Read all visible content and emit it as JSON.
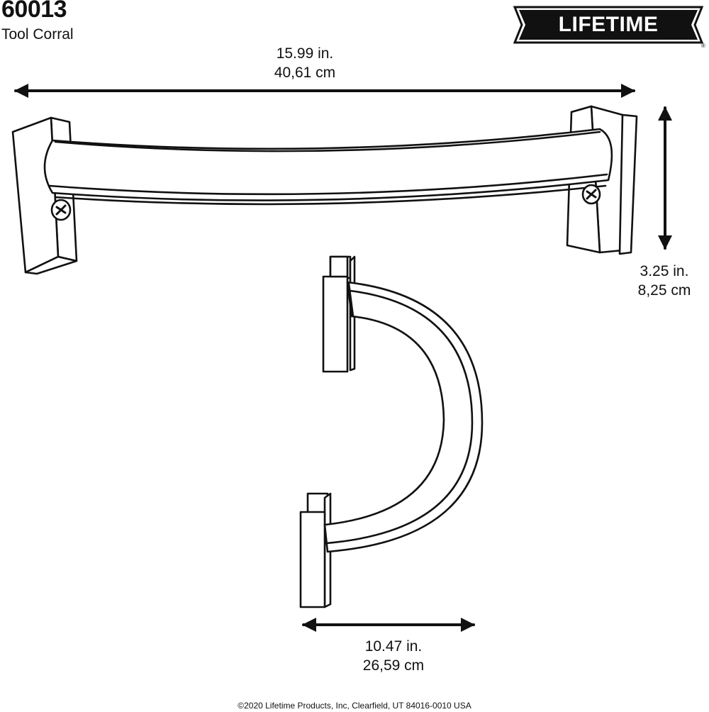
{
  "header": {
    "model_number": "60013",
    "product_name": "Tool Corral"
  },
  "brand": {
    "logo_text": "LIFETIME",
    "registered_mark": "®"
  },
  "dimensions": {
    "width": {
      "imperial": "15.99 in.",
      "metric": "40,61 cm"
    },
    "height": {
      "imperial": "3.25 in.",
      "metric": "8,25 cm"
    },
    "depth": {
      "imperial": "10.47 in.",
      "metric": "26,59 cm"
    }
  },
  "footer": {
    "copyright": "©2020 Lifetime Products, Inc, Clearfield, UT 84016-0010 USA"
  },
  "colors": {
    "line": "#111111",
    "background": "#ffffff",
    "logo_fill": "#111111"
  }
}
